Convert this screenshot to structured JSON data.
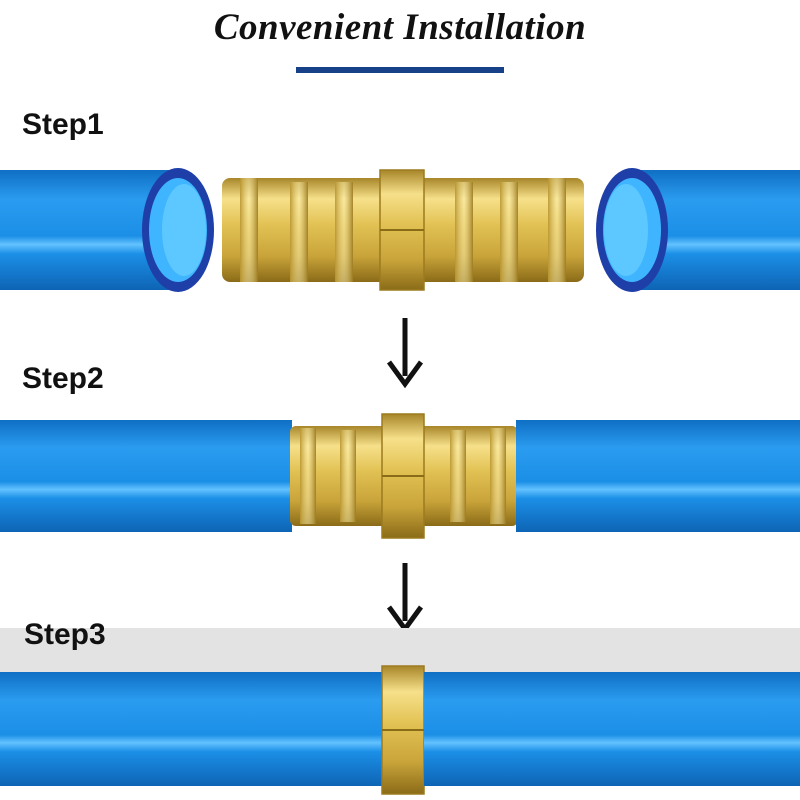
{
  "header": {
    "title": "Convenient Installation",
    "accent_color": "#17428a"
  },
  "steps": [
    {
      "label": "Step1"
    },
    {
      "label": "Step2"
    },
    {
      "label": "Step3"
    }
  ],
  "colors": {
    "hose": "#1b8fe6",
    "hose_inner": "#3fb5ff",
    "hose_rim": "#1f3fa8",
    "brass": "#e6c85a",
    "brass_dark": "#9c7a1e",
    "band": "#e3e3e3"
  },
  "icons": [
    "down-arrow-icon",
    "down-arrow-icon"
  ]
}
